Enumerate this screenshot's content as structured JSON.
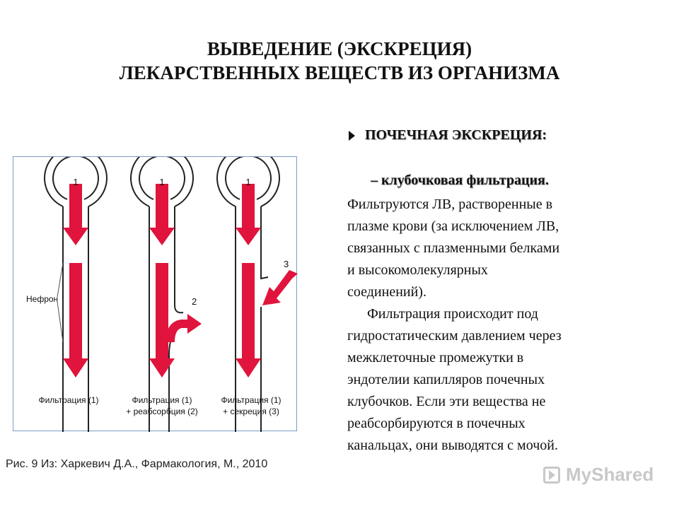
{
  "title": {
    "line1": "ВЫВЕДЕНИЕ (ЭКСКРЕЦИЯ)",
    "line2": "ЛЕКАРСТВЕННЫХ ВЕЩЕСТВ ИЗ ОРГАНИЗМА"
  },
  "figure": {
    "labels": {
      "nephron": "Нефрон",
      "num1": "1",
      "num2": "2",
      "num3": "3",
      "diagram1": [
        "Фильтрация (1)"
      ],
      "diagram2": [
        "Фильтрация (1)",
        "+ реабсорбция (2)"
      ],
      "diagram3": [
        "Фильтрация (1)",
        "+ секреция (3)"
      ]
    },
    "arrow_color": "#e0143c",
    "tube_color": "#222222",
    "border_color": "#7a9cc6"
  },
  "caption": "Рис. 9 Из: Харкевич Д.А., Фармакология, М., 2010",
  "section": {
    "heading": "ПОЧЕЧНАЯ ЭКСКРЕЦИЯ:",
    "subheading": "– клубочковая фильтрация.",
    "paragraph1": [
      "Фильтруются ЛВ, растворенные в",
      "плазме крови (за исключением ЛВ,",
      "связанных с плазменными белками",
      "и высокомолекулярных",
      "соединений)."
    ],
    "paragraph2": [
      "Фильтрация происходит под",
      "гидростатическим давлением через",
      "межклеточные промежутки в",
      "эндотелии капилляров почечных",
      "клубочков. Если эти вещества не",
      "реабсорбируются  в почечных",
      "канальцах, они выводятся с мочой."
    ]
  },
  "watermark": "MyShared"
}
